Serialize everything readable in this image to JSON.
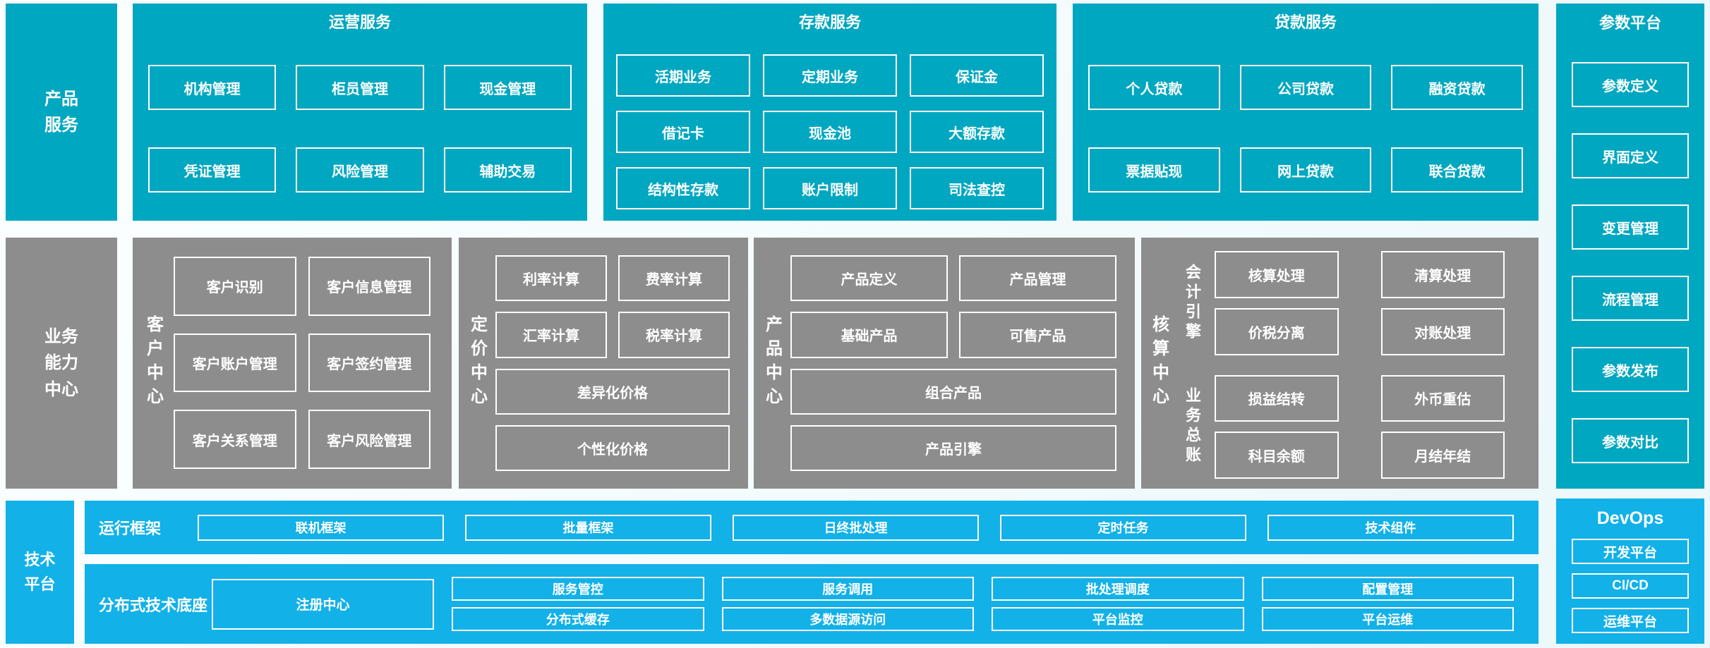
{
  "colors": {
    "teal": "#00a7c0",
    "gray": "#8d8d8d",
    "bright_blue": "#12b1e8",
    "background": "#eef8fb",
    "box_border": "#ffffff",
    "text": "#ffffff"
  },
  "product_row": {
    "sidebar_lines": [
      "产品",
      "服务"
    ],
    "operations": {
      "title": "运营服务",
      "items": [
        "机构管理",
        "柜员管理",
        "现金管理",
        "凭证管理",
        "风险管理",
        "辅助交易"
      ]
    },
    "deposit": {
      "title": "存款服务",
      "items": [
        "活期业务",
        "定期业务",
        "保证金",
        "借记卡",
        "现金池",
        "大额存款",
        "结构性存款",
        "账户限制",
        "司法查控"
      ]
    },
    "loan": {
      "title": "贷款服务",
      "items": [
        "个人贷款",
        "公司贷款",
        "融资贷款",
        "票据贴现",
        "网上贷款",
        "联合贷款"
      ]
    }
  },
  "param_platform": {
    "title": "参数平台",
    "items": [
      "参数定义",
      "界面定义",
      "变更管理",
      "流程管理",
      "参数发布",
      "参数对比"
    ]
  },
  "business_row": {
    "sidebar_lines": [
      "业务",
      "能力",
      "中心"
    ],
    "customer": {
      "label": "客户中心",
      "items": [
        "客户识别",
        "客户信息管理",
        "客户账户管理",
        "客户签约管理",
        "客户关系管理",
        "客户风险管理"
      ]
    },
    "pricing": {
      "label": "定价中心",
      "pairs": [
        "利率计算",
        "费率计算",
        "汇率计算",
        "税率计算"
      ],
      "wide": [
        "差异化价格",
        "个性化价格"
      ]
    },
    "product": {
      "label": "产品中心",
      "pairs": [
        "产品定义",
        "产品管理",
        "基础产品",
        "可售产品"
      ],
      "wide": [
        "组合产品",
        "产品引擎"
      ]
    },
    "accounting": {
      "label": "核算中心",
      "groups": [
        {
          "label": "会计引擎",
          "items": [
            "核算处理",
            "清算处理",
            "价税分离",
            "对账处理"
          ]
        },
        {
          "label": "业务总账",
          "items": [
            "损益结转",
            "外币重估",
            "科目余额",
            "月结年结"
          ]
        }
      ]
    }
  },
  "tech_row": {
    "sidebar_lines": [
      "技术",
      "平台"
    ],
    "runtime": {
      "label": "运行框架",
      "items": [
        "联机框架",
        "批量框架",
        "日终批处理",
        "定时任务",
        "技术组件"
      ]
    },
    "distributed": {
      "label": "分布式技术底座",
      "registry": "注册中心",
      "row1": [
        "服务管控",
        "服务调用",
        "批处理调度",
        "配置管理"
      ],
      "row2": [
        "分布式缓存",
        "多数据源访问",
        "平台监控",
        "平台运维"
      ]
    }
  },
  "devops": {
    "title": "DevOps",
    "items": [
      "开发平台",
      "CI/CD",
      "运维平台"
    ]
  }
}
